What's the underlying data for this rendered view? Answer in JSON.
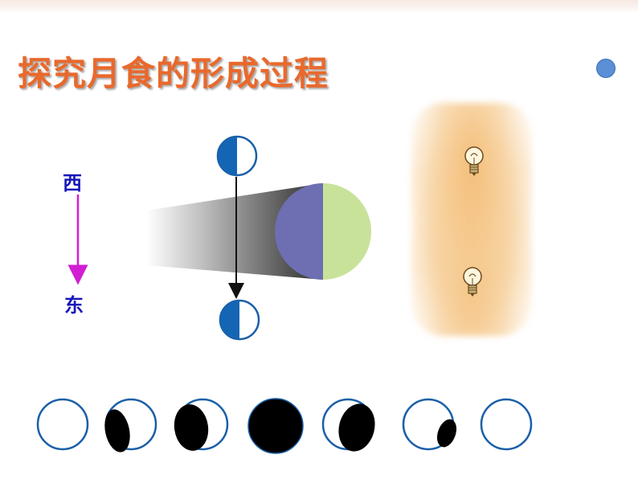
{
  "slide": {
    "title": "探究月食的形成过程",
    "direction": {
      "west": "西",
      "east": "东"
    }
  },
  "colors": {
    "title": "#e9692c",
    "direction_text": "#1616b8",
    "direction_arrow": "#d21ed2",
    "earth_shadow_side": "#6e6eb3",
    "earth_lit_side": "#c9e29a",
    "moon_dark_half": "#1565b5",
    "moon_outline": "#1a5fa8",
    "eclipse_shadow": "#000000"
  },
  "icons": [
    "light-bulb-icon",
    "light-bulb-icon"
  ],
  "eclipse_phases": [
    {
      "phase": "before",
      "shadow_coverage": 0.0
    },
    {
      "phase": "partial-entering",
      "shadow_coverage": 0.35
    },
    {
      "phase": "partial-deep",
      "shadow_coverage": 0.6
    },
    {
      "phase": "total",
      "shadow_coverage": 1.0
    },
    {
      "phase": "partial-leaving",
      "shadow_coverage": 0.6
    },
    {
      "phase": "partial-ending",
      "shadow_coverage": 0.2
    },
    {
      "phase": "after",
      "shadow_coverage": 0.0
    }
  ]
}
